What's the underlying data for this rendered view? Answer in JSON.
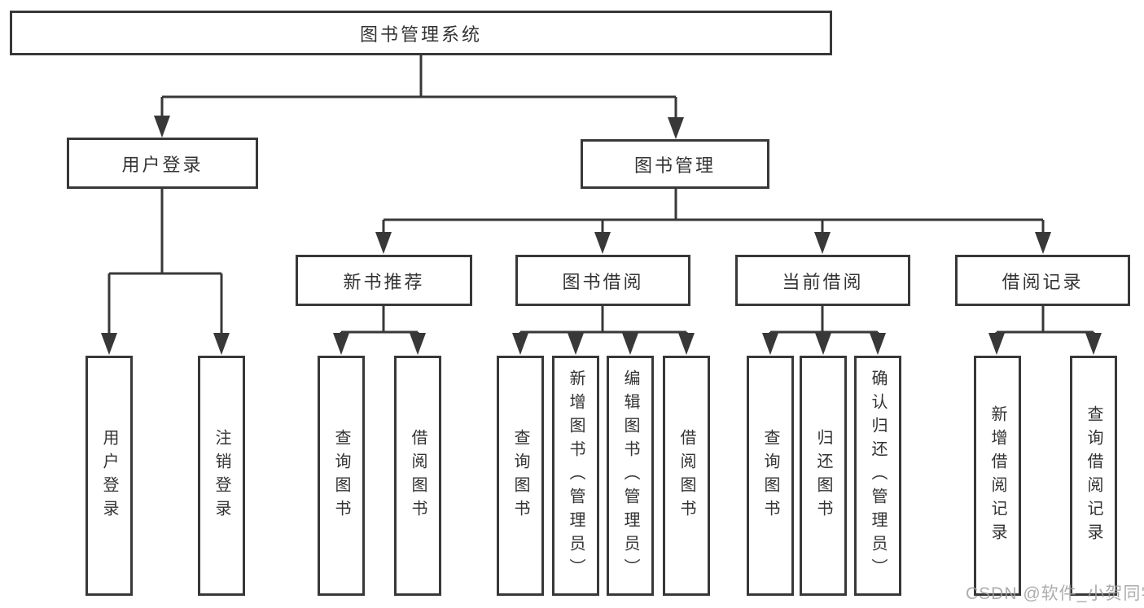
{
  "tree": {
    "root": "图书管理系统",
    "level2": [
      "用户登录",
      "图书管理"
    ],
    "level3": [
      "新书推荐",
      "图书借阅",
      "当前借阅",
      "借阅记录"
    ],
    "leaves": {
      "user": [
        "用户登录",
        "注销登录"
      ],
      "newbook": [
        "查询图书",
        "借阅图书"
      ],
      "bookborrow": [
        "查询图书",
        "新增图书（管理员）",
        "编辑图书（管理员）",
        "借阅图书"
      ],
      "current": [
        "查询图书",
        "归还图书",
        "确认归还（管理员）"
      ],
      "records": [
        "新增借阅记录",
        "查询借阅记录"
      ]
    }
  },
  "watermark": {
    "text": "CSDN @软件_小贺同学"
  },
  "colors": {
    "line": "#383838",
    "text": "#333333",
    "watermark": "#9e9e9e",
    "background": "#ffffff"
  }
}
